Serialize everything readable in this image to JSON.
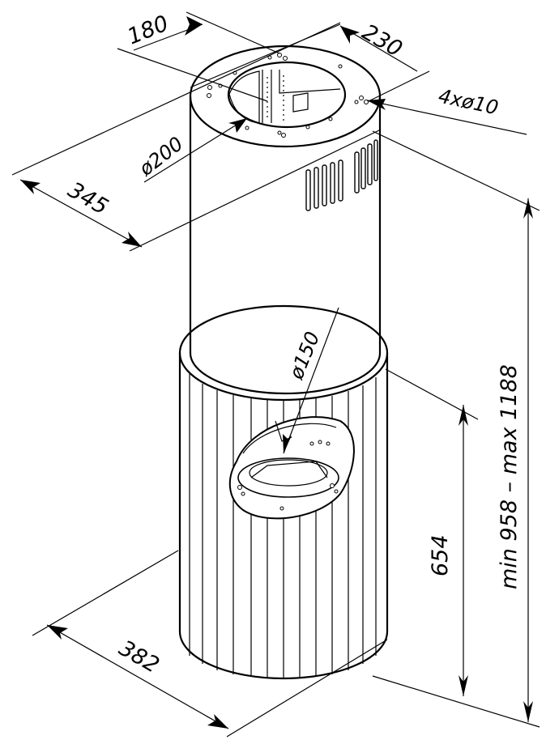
{
  "drawing": {
    "dimensions": {
      "top_depth": "180",
      "top_width": "230",
      "mount_holes": "4xø10",
      "duct_top": "ø200",
      "chimney_depth": "345",
      "duct_bottom": "ø150",
      "lower_height": "654",
      "total_height": "min 958 – max 1188",
      "base_diameter": "382"
    }
  }
}
